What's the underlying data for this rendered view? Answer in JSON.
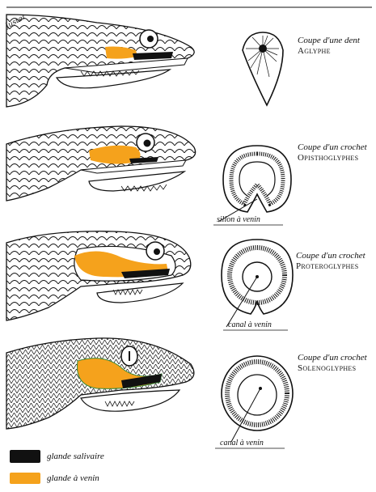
{
  "signature": "Juster",
  "rows": [
    {
      "caption_line1": "Coupe d'une dent",
      "caption_line2": "Aglyphe",
      "tooth_label": ""
    },
    {
      "caption_line1": "Coupe d'un crochet",
      "caption_line2": "Opisthoglyphes",
      "tooth_label": "sillon à venin"
    },
    {
      "caption_line1": "Coupe d'un crochet",
      "caption_line2": "Proteroglyphes",
      "tooth_label": "canal à venin"
    },
    {
      "caption_line1": "Coupe d'un crochet",
      "caption_line2": "Solenoglyphes",
      "tooth_label": "canal à venin"
    }
  ],
  "legend": [
    {
      "label": "glande salivaire",
      "color": "#111111"
    },
    {
      "label": "glande à venin",
      "color": "#f5a21c"
    }
  ],
  "colors": {
    "venom": "#f5a21c",
    "saliva": "#111111",
    "ink": "#111111"
  }
}
